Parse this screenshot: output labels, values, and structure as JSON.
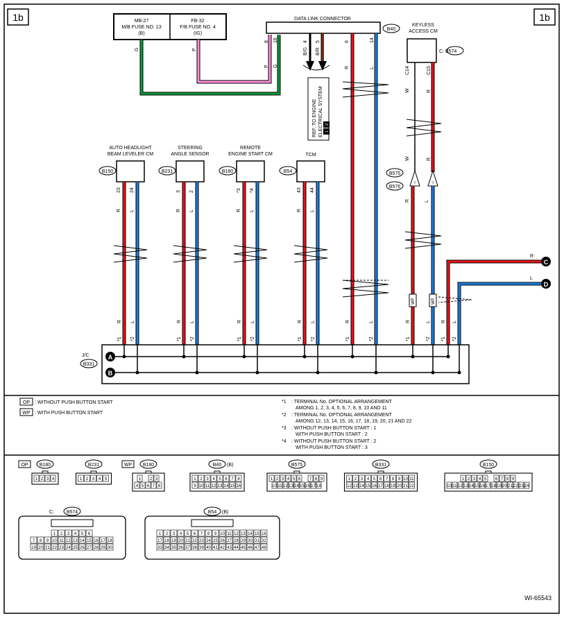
{
  "page_tag": "1b",
  "fuse_boxes": [
    {
      "id": "mb27",
      "lines": [
        "MB-27",
        "M/B FUSE NO. 13",
        "(B)"
      ]
    },
    {
      "id": "fb32",
      "lines": [
        "FB-32",
        "F/B FUSE NO. 4",
        "(IG)"
      ]
    }
  ],
  "dlc": {
    "title": "DATA LINK CONNECTOR",
    "code": "B40",
    "pins": [
      {
        "num": "8",
        "color": "P"
      },
      {
        "num": "16",
        "color": "G"
      },
      {
        "num": "4",
        "color": "B/G"
      },
      {
        "num": "5",
        "color": "B/R"
      },
      {
        "num": "6",
        "color": "R"
      },
      {
        "num": "14",
        "color": "L"
      }
    ]
  },
  "fuse_wire_colors": {
    "mb27": "G",
    "fb32": "P"
  },
  "ref_box": {
    "lines": [
      "REF. TO ENGINE",
      "ELECTRICAL SYSTEM"
    ],
    "badges": [
      "1",
      "2"
    ]
  },
  "keyless": {
    "lines": [
      "KEYLESS",
      "ACCESS CM"
    ],
    "code": "C: B574",
    "pins": [
      {
        "num": "C14",
        "color": "W"
      },
      {
        "num": "C15",
        "color": "R"
      }
    ],
    "lower_colors": [
      "W",
      "R"
    ],
    "connectors": [
      "B575",
      "B576"
    ],
    "lower_pins": [
      {
        "color": "R"
      },
      {
        "color": "L"
      }
    ]
  },
  "modules": [
    {
      "id": "hlb",
      "lines": [
        "AUTO HEADLIGHT",
        "BEAM LEVELER CM"
      ],
      "code": "B150",
      "pins": [
        "23",
        "24"
      ],
      "colors": [
        "R",
        "L"
      ]
    },
    {
      "id": "sas",
      "lines": [
        "STEERING",
        "ANGLE SENSOR"
      ],
      "code": "B231",
      "pins": [
        "3",
        "2"
      ],
      "colors": [
        "R",
        "L"
      ]
    },
    {
      "id": "res",
      "lines": [
        "REMOTE",
        "ENGINE START CM"
      ],
      "code": "B180",
      "pins": [
        "*3",
        "*4"
      ],
      "colors": [
        "R",
        "L"
      ]
    },
    {
      "id": "tcm",
      "lines": [
        "TCM"
      ],
      "code": "B54",
      "pins": [
        "43",
        "44"
      ],
      "colors": [
        "R",
        "L"
      ]
    }
  ],
  "wp_label": "WP",
  "jc": {
    "label": "J/C",
    "code": "B331",
    "buses": [
      "A",
      "B"
    ]
  },
  "jc_terminals": [
    {
      "color": "R",
      "term": "*1"
    },
    {
      "color": "L",
      "term": "*2"
    },
    {
      "color": "R",
      "term": "*1"
    },
    {
      "color": "L",
      "term": "*2"
    },
    {
      "color": "R",
      "term": "*1"
    },
    {
      "color": "L",
      "term": "*2"
    },
    {
      "color": "R",
      "term": "*1"
    },
    {
      "color": "L",
      "term": "*2"
    },
    {
      "color": "R",
      "term": "*1"
    },
    {
      "color": "L",
      "term": "*2"
    },
    {
      "color": "R",
      "term": "*1"
    },
    {
      "color": "L",
      "term": "*2"
    },
    {
      "color": "R",
      "term": "*1"
    },
    {
      "color": "L",
      "term": "*2"
    }
  ],
  "offpage": [
    {
      "letter": "C",
      "color": "R"
    },
    {
      "letter": "D",
      "color": "L"
    }
  ],
  "legend_left": [
    {
      "tag": "OP",
      "text": ": WITHOUT PUSH BUTTON START"
    },
    {
      "tag": "WP",
      "text": ": WITH PUSH BUTTON START"
    }
  ],
  "legend_right": [
    {
      "mark": "*1",
      "lines": [
        ": TERMINAL No. OPTIONAL ARRANGEMENT",
        "AMONG 1, 2, 3, 4, 5, 6, 7, 8, 9, 10 AND 11"
      ]
    },
    {
      "mark": "*2",
      "lines": [
        ": TERMINAL No. OPTIONAL ARRANGEMENT",
        "AMONG 12, 13, 14, 15, 16, 17, 18, 19, 20, 21 AND 22"
      ]
    },
    {
      "mark": "*3",
      "lines": [
        ": WITHOUT PUSH BUTTON START  : 1",
        "WITH PUSH BUTTON START  : 2"
      ]
    },
    {
      "mark": "*4",
      "lines": [
        ": WITHOUT PUSH BUTTON START  : 2",
        "WITH PUSH BUTTON START  : 3"
      ]
    }
  ],
  "connector_views": [
    {
      "prefix": "OP",
      "code": "B180",
      "rows": [
        [
          "1",
          "2",
          "3",
          "4"
        ]
      ]
    },
    {
      "prefix": "",
      "code": "B231",
      "rows": [
        [
          "1",
          "2",
          "3",
          "4",
          "5"
        ]
      ]
    },
    {
      "prefix": "WP",
      "code": "B180",
      "rows": [
        [
          "1",
          "",
          "2",
          "3"
        ],
        [
          "4",
          "5",
          "6",
          "7",
          "8"
        ]
      ]
    },
    {
      "prefix": "",
      "code": "B40",
      "suffix": "(B)",
      "rows": [
        [
          "1",
          "2",
          "3",
          "4",
          "5",
          "6",
          "7",
          "8"
        ],
        [
          "9",
          "10",
          "11",
          "12",
          "13",
          "14",
          "15",
          "16"
        ]
      ]
    },
    {
      "prefix": "",
      "code": "B575",
      "rows": [
        [
          "1",
          "2",
          "3",
          "4",
          "5",
          "6",
          "",
          "7",
          "8",
          "9"
        ],
        [
          "10",
          "11",
          "12",
          "13",
          "14",
          "15",
          "16",
          "17",
          "18"
        ]
      ]
    },
    {
      "prefix": "",
      "code": "B331",
      "rows": [
        [
          "1",
          "2",
          "3",
          "4",
          "5",
          "6",
          "7",
          "8",
          "9",
          "10",
          "11"
        ],
        [
          "12",
          "13",
          "14",
          "15",
          "16",
          "17",
          "18",
          "19",
          "20",
          "21",
          "22"
        ]
      ]
    },
    {
      "prefix": "",
      "code": "B150",
      "rows": [
        [
          "1",
          "2",
          "3",
          "4",
          "5",
          "",
          "6",
          "7",
          "8",
          "9"
        ],
        [
          "10",
          "11",
          "12",
          "13",
          "14",
          "15",
          "16",
          "17",
          "18",
          "19",
          "20",
          "21",
          "22",
          "23",
          "24"
        ]
      ]
    },
    {
      "prefix": "C:",
      "code": "B574",
      "rows": [
        [
          "1",
          "2",
          "3",
          "4",
          "5",
          "6"
        ],
        [
          "7",
          "8",
          "9",
          "10",
          "11",
          "12",
          "13",
          "14",
          "15",
          "16",
          "17",
          "18"
        ],
        [
          "19",
          "20",
          "21",
          "22",
          "23",
          "24",
          "25",
          "26",
          "27",
          "28",
          "29",
          "30"
        ]
      ]
    },
    {
      "prefix": "",
      "code": "B54",
      "suffix": "(B)",
      "rows": [
        [
          "1",
          "2",
          "3",
          "4",
          "5",
          "6",
          "7",
          "8",
          "9",
          "10",
          "11",
          "12",
          "13",
          "14",
          "15",
          "16"
        ],
        [
          "17",
          "18",
          "19",
          "20",
          "21",
          "22",
          "23",
          "24",
          "25",
          "26",
          "27",
          "28",
          "29",
          "30",
          "31",
          "32"
        ],
        [
          "33",
          "34",
          "35",
          "36",
          "37",
          "38",
          "39",
          "40",
          "41",
          "42",
          "43",
          "44",
          "45",
          "46",
          "47",
          "48"
        ]
      ]
    }
  ],
  "figure_id": "WI-65543",
  "colors": {
    "red": "#e8141c",
    "blue": "#1f7fe0",
    "green": "#0a9a3c",
    "pink": "#ff8fd8",
    "brown": "#7a2a10"
  }
}
